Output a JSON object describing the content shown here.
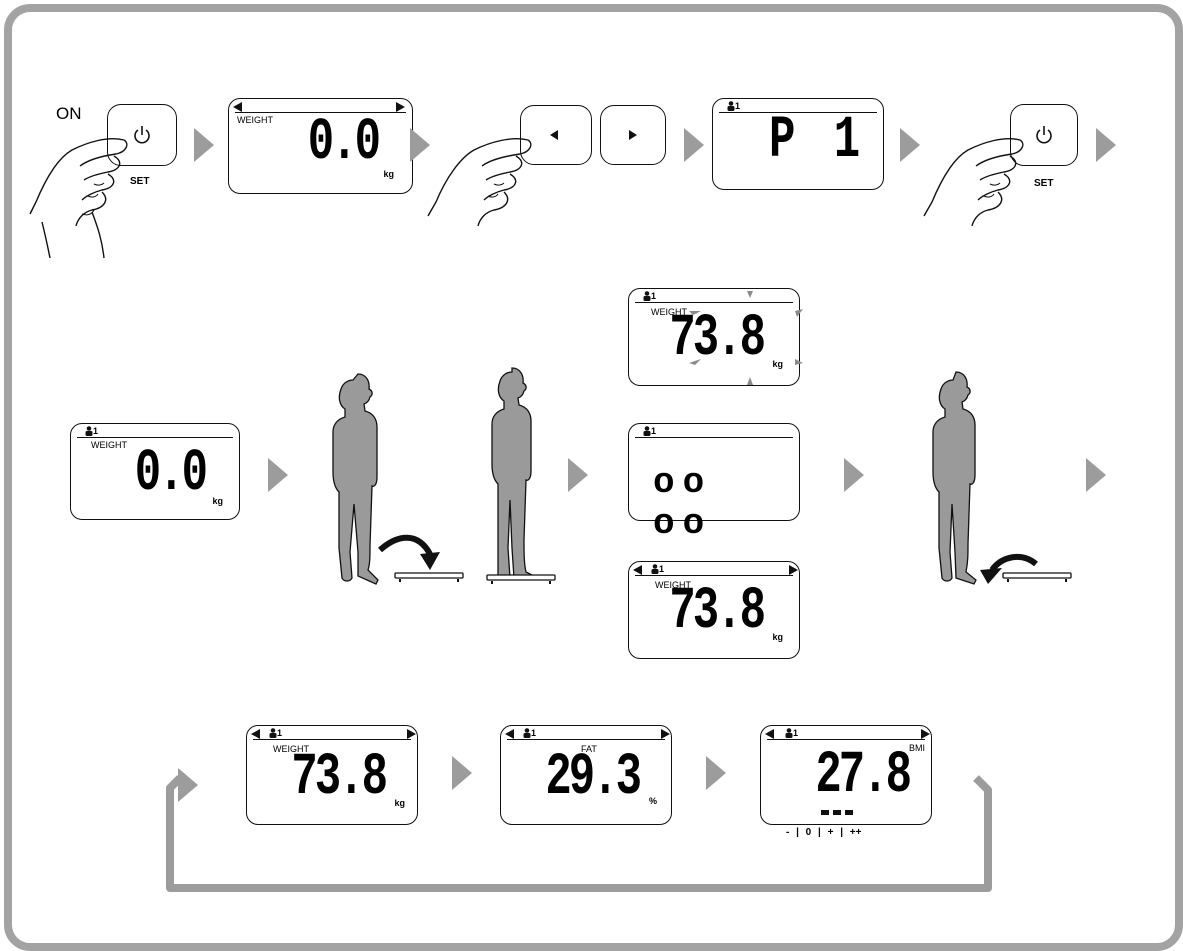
{
  "icons": {
    "arrow": "triangle-right",
    "hand": "hand-pressing",
    "power": "power-icon",
    "left": "left-triangle",
    "right": "right-triangle",
    "user": "user-icon",
    "person": "person-silhouette",
    "scale": "scale-platform",
    "curved": "curved-arrow"
  },
  "colors": {
    "frame": "#a3a3a3",
    "arrow": "#9c9c9c",
    "person": "#9a9a9a"
  },
  "row1": {
    "on_label": "ON",
    "set_label_1": "SET",
    "set_label_2": "SET",
    "display1": {
      "label": "WEIGHT",
      "value": "0.0",
      "unit": "kg"
    },
    "display2": {
      "user": "1",
      "value": "P 1"
    }
  },
  "row2": {
    "display3": {
      "user": "1",
      "label": "WEIGHT",
      "value": "0.0",
      "unit": "kg"
    },
    "display4": {
      "user": "1",
      "label": "WEIGHT",
      "value": "73.8",
      "unit": "kg"
    },
    "display5": {
      "user": "1",
      "value": "oo oo"
    },
    "display6": {
      "user": "1",
      "label": "WEIGHT",
      "value": "73.8",
      "unit": "kg"
    }
  },
  "row3": {
    "display7": {
      "user": "1",
      "label": "WEIGHT",
      "value": "73.8",
      "unit": "kg"
    },
    "display8": {
      "user": "1",
      "label": "FAT",
      "value": "29.3",
      "unit": "%"
    },
    "display9": {
      "user": "1",
      "label": "BMI",
      "value": "27.8",
      "scale_labels": "-  |  0  |  +  |  ++"
    }
  }
}
